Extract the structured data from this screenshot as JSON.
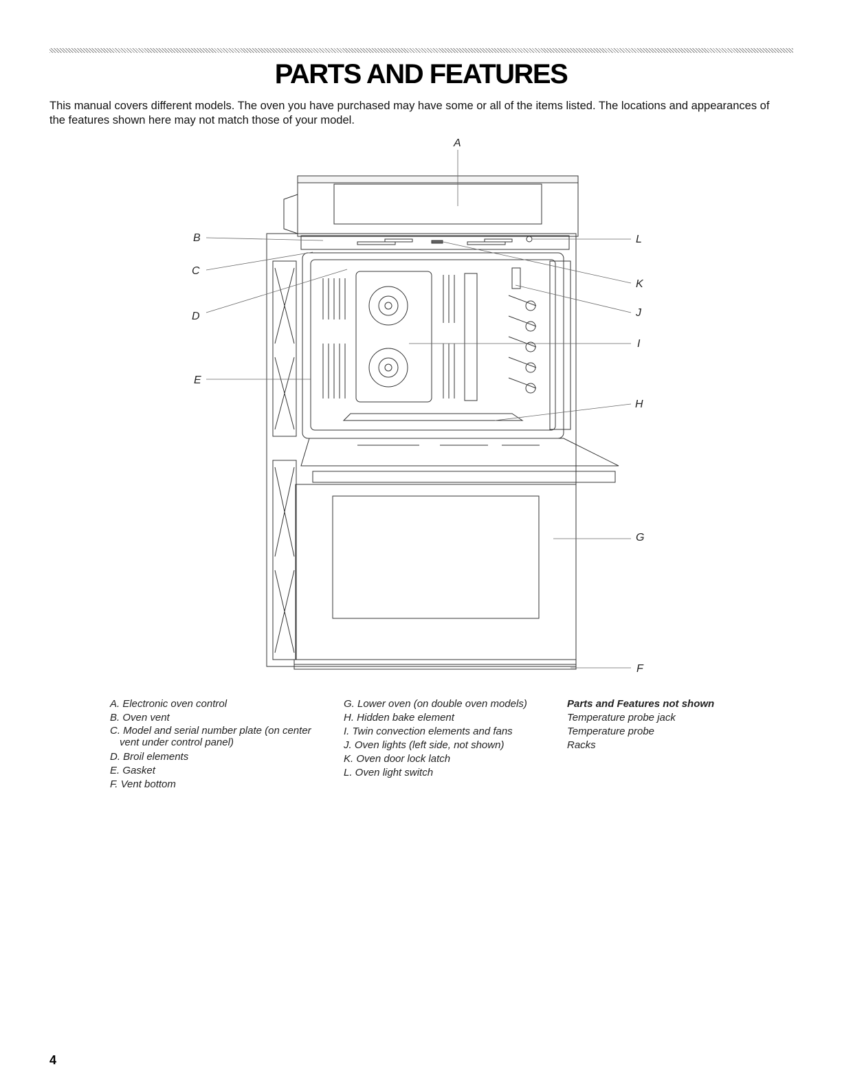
{
  "header": {
    "title": "PARTS AND FEATURES",
    "intro": "This manual covers different models. The oven you have purchased may have some or all of the items listed. The locations and appearances of the features shown here may not match those of your model."
  },
  "diagram": {
    "callouts": [
      "A",
      "B",
      "C",
      "D",
      "E",
      "F",
      "G",
      "H",
      "I",
      "J",
      "K",
      "L"
    ]
  },
  "legend": {
    "column1": [
      "A. Electronic oven control",
      "B. Oven vent",
      "C. Model and serial number plate (on center vent under control panel)",
      "D. Broil elements",
      "E. Gasket",
      "F. Vent bottom"
    ],
    "column2": [
      "G. Lower oven (on double oven models)",
      "H. Hidden bake element",
      "I. Twin convection elements and fans",
      "J. Oven lights (left side, not shown)",
      "K. Oven door lock latch",
      "L. Oven light switch"
    ],
    "not_shown": {
      "heading": "Parts and Features not shown",
      "items": [
        "Temperature probe jack",
        "Temperature probe",
        "Racks"
      ]
    }
  },
  "footer": {
    "page_number": "4"
  }
}
